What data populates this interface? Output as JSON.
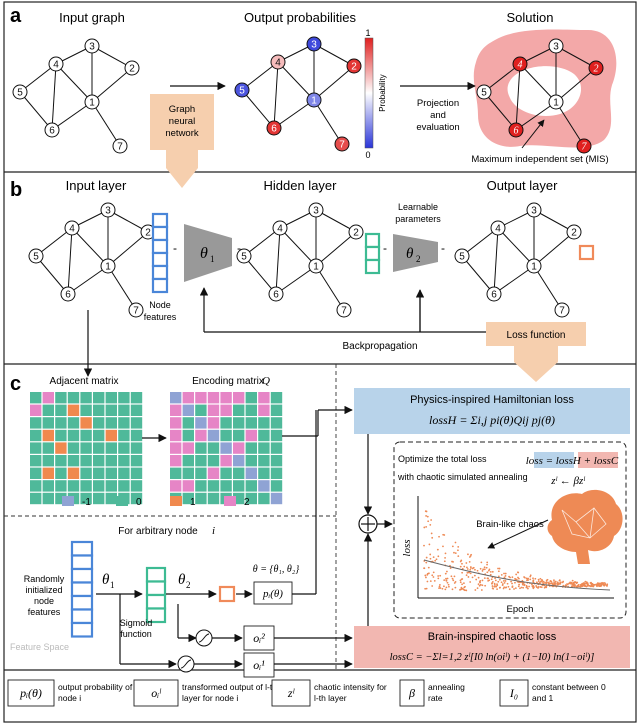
{
  "panel_a": {
    "label": "a",
    "input_graph_title": "Input graph",
    "output_prob_title": "Output probabilities",
    "solution_title": "Solution",
    "gnn_box": "Graph neural network",
    "projection_text": "Projection and evaluation",
    "mis_caption": "Maximum independent set (MIS)",
    "colorbar": {
      "title": "Probability",
      "max": "1",
      "min": "0"
    },
    "nodes": [
      "1",
      "2",
      "3",
      "4",
      "5",
      "6",
      "7"
    ],
    "node_probabilities": {
      "1": 0.2,
      "2": 0.95,
      "3": 0.05,
      "4": 0.65,
      "5": 0.08,
      "6": 0.95,
      "7": 0.9
    },
    "mis_nodes": [
      "2",
      "4",
      "6",
      "7"
    ]
  },
  "panel_b": {
    "label": "b",
    "input_layer": "Input layer",
    "hidden_layer": "Hidden layer",
    "output_layer": "Output layer",
    "node_features": "Node features",
    "learnable_params": "Learnable parameters",
    "theta1": "θ",
    "theta1_sub": "1",
    "theta2": "θ",
    "theta2_sub": "2",
    "backprop": "Backpropagation",
    "loss_function": "Loss function"
  },
  "panel_c": {
    "label": "c",
    "adjacent_matrix": "Adjacent matrix",
    "encoding_matrix": "Encoding matrix",
    "encoding_symbol": "Q",
    "legend": [
      {
        "label": "-1",
        "color": "#8fa3d4"
      },
      {
        "label": "0",
        "color": "#4fb99a"
      },
      {
        "label": "1",
        "color": "#f0894e"
      },
      {
        "label": "2",
        "color": "#e685c6"
      }
    ],
    "arbitrary_node": "For arbitrary node",
    "arbitrary_node_var": "i",
    "random_features": "Randomly initialized node features",
    "theta_set": "θ = {θ₁, θ₂}",
    "p_theta": "pᵢ(θ)",
    "sigmoid": "Sigmoid function",
    "o2": "oᵢ²",
    "o1": "oᵢ¹",
    "feature_space": "Feature Space",
    "hamiltonian_title": "Physics-inspired Hamiltonian loss",
    "hamiltonian_formula": "lossH = Σi,j pi(θ)Qij pj(θ)",
    "optimize_text_1": "Optimize the total loss",
    "optimize_text_2": "with chaotic simulated annealing",
    "total_loss": "loss = lossH + lossC",
    "annealing": "zˡ ← βzˡ",
    "brain_chaos": "Brain-like chaos",
    "plot_ylabel": "loss",
    "plot_xlabel": "Epoch",
    "chaotic_title": "Brain-inspired chaotic loss",
    "chaotic_formula": "lossC = −Σl=1,2 zˡ[I0 ln(oiˡ) + (1−I0) ln(1−oiˡ)]"
  },
  "footer": [
    {
      "symbol": "pᵢ(θ)",
      "desc": "output probability of node i"
    },
    {
      "symbol": "oᵢˡ",
      "desc": "transformed output of l-th layer for node i"
    },
    {
      "symbol": "zˡ",
      "desc": "chaotic intensity for l-th layer"
    },
    {
      "symbol": "β",
      "desc": "annealing rate"
    },
    {
      "symbol": "I₀",
      "desc": "constant between 0 and 1"
    }
  ],
  "colors": {
    "gnn_box": "#f6cfae",
    "mis_blob": "#f3a8a8",
    "hamiltonian_box": "#b8d3ea",
    "chaotic_box": "#f2b7b1",
    "loss_function_box": "#f6cfae",
    "feature_blue": "#4a86d8",
    "feature_green": "#3dbb93",
    "feature_orange": "#f08a5a",
    "scatter": "#ee8a55"
  },
  "matrices": {
    "adjacency": [
      [
        0,
        2,
        0,
        0,
        0,
        0,
        0,
        0,
        0
      ],
      [
        2,
        0,
        0,
        1,
        0,
        0,
        0,
        0,
        0
      ],
      [
        0,
        0,
        0,
        0,
        1,
        0,
        0,
        0,
        0
      ],
      [
        0,
        1,
        0,
        0,
        0,
        0,
        1,
        0,
        0
      ],
      [
        0,
        0,
        1,
        0,
        0,
        0,
        0,
        0,
        0
      ],
      [
        0,
        0,
        0,
        0,
        0,
        0,
        0,
        0,
        0
      ],
      [
        0,
        1,
        0,
        1,
        0,
        0,
        0,
        0,
        0
      ],
      [
        0,
        0,
        0,
        0,
        0,
        0,
        0,
        0,
        0
      ],
      [
        0,
        0,
        0,
        0,
        0,
        0,
        0,
        0,
        0
      ]
    ],
    "encoding": [
      [
        -1,
        2,
        2,
        2,
        2,
        2,
        0,
        2,
        0
      ],
      [
        2,
        -1,
        0,
        2,
        2,
        0,
        0,
        2,
        0
      ],
      [
        2,
        0,
        -1,
        2,
        0,
        0,
        0,
        0,
        0
      ],
      [
        2,
        0,
        2,
        -1,
        0,
        0,
        2,
        0,
        0
      ],
      [
        2,
        2,
        0,
        0,
        -1,
        2,
        0,
        0,
        0
      ],
      [
        2,
        0,
        0,
        0,
        2,
        -1,
        0,
        0,
        0
      ],
      [
        0,
        0,
        0,
        2,
        0,
        0,
        -1,
        0,
        0
      ],
      [
        2,
        2,
        0,
        0,
        0,
        0,
        0,
        -1,
        0
      ],
      [
        0,
        0,
        0,
        0,
        0,
        0,
        0,
        0,
        -1
      ]
    ]
  }
}
